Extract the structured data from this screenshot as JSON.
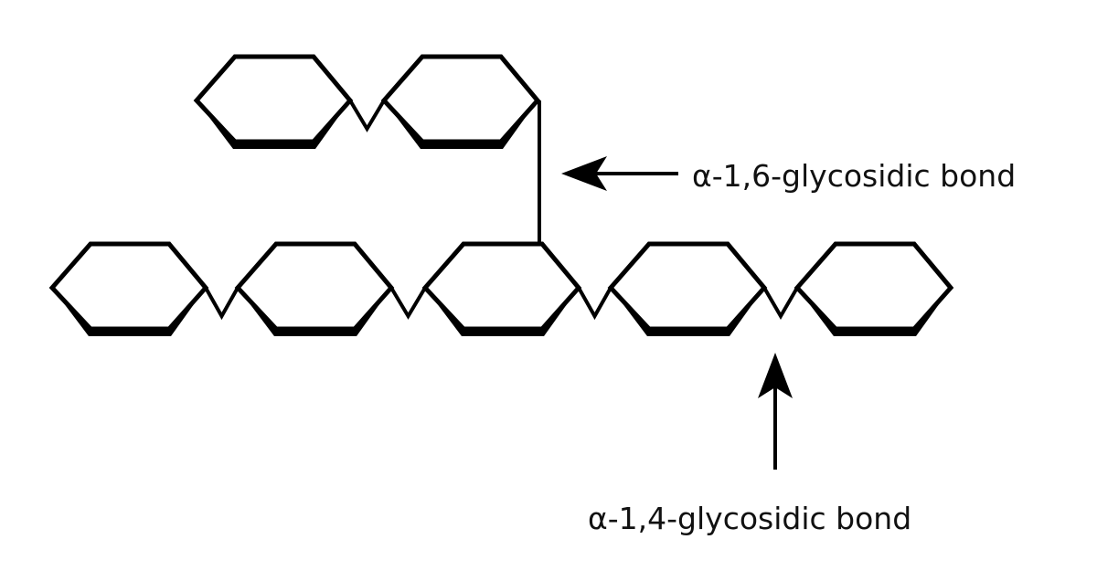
{
  "labels": {
    "alpha_1_6": "α-1,6-glycosidic bond",
    "alpha_1_4": "α-1,4-glycosidic bond"
  },
  "structure": {
    "branch_ring_count": 2,
    "main_chain_ring_count": 5,
    "branch_point_ring": 3
  },
  "colors": {
    "stroke": "#000000",
    "background": "#ffffff"
  }
}
